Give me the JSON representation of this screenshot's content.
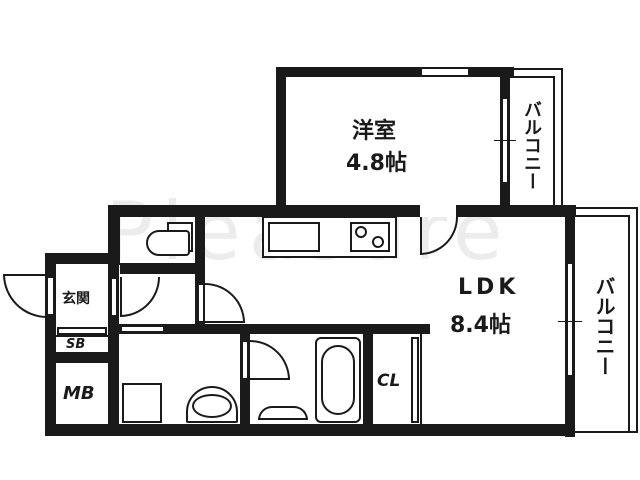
{
  "floorplan": {
    "watermark": "Pleasure",
    "rooms": {
      "western_room": {
        "name": "洋室",
        "size": "4.8帖"
      },
      "ldk": {
        "name": "LDK",
        "size": "8.4帖"
      },
      "entrance": {
        "name": "玄関"
      },
      "shoe_box": {
        "name": "SB"
      },
      "meter_box": {
        "name": "MB"
      },
      "closet": {
        "name": "CL"
      },
      "balcony_top": {
        "name": "バルコニー"
      },
      "balcony_right": {
        "name": "バルコニー"
      }
    },
    "colors": {
      "wall": "#1a1a1a",
      "background": "#ffffff"
    }
  }
}
